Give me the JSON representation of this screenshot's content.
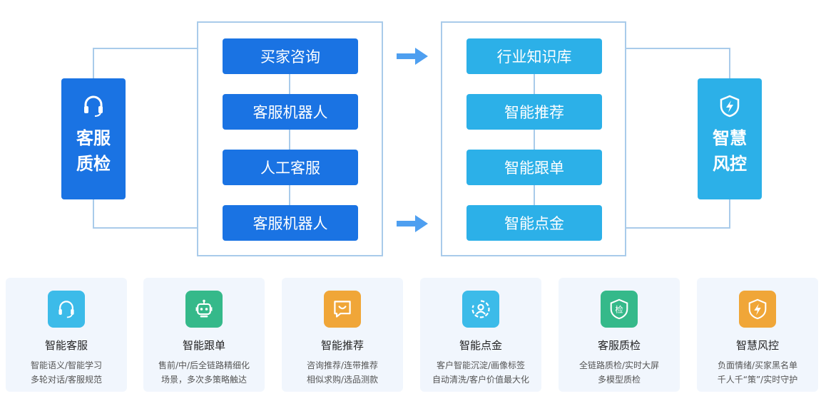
{
  "left_card": {
    "title": "客服\n质检",
    "icon": "headset-icon",
    "color": "#1a73e3"
  },
  "right_card": {
    "title": "智慧\n风控",
    "icon": "shield-bolt-icon",
    "color": "#2cb0e8"
  },
  "left_panel_items": [
    "买家咨询",
    "客服机器人",
    "人工客服",
    "客服机器人"
  ],
  "right_panel_items": [
    "行业知识库",
    "智能推荐",
    "智能跟单",
    "智能点金"
  ],
  "features": [
    {
      "title": "智能客服",
      "desc1": "智能语义/智能学习",
      "desc2": "多轮对话/客服规范",
      "icon": "headset-icon",
      "color": "#3cbbe9"
    },
    {
      "title": "智能跟单",
      "desc1": "售前/中/后全链路精细化",
      "desc2": "场景，多次多策略触达",
      "icon": "robot-icon",
      "color": "#35b98a"
    },
    {
      "title": "智能推荐",
      "desc1": "咨询推荐/连带推荐",
      "desc2": "相似求购/选品测款",
      "icon": "chat-icon",
      "color": "#f0a638"
    },
    {
      "title": "智能点金",
      "desc1": "客户智能沉淀/画像标签",
      "desc2": "自动清洗/客户价值最大化",
      "icon": "user-circle-icon",
      "color": "#3cbbe9"
    },
    {
      "title": "客服质检",
      "desc1": "全链路质检/实时大屏",
      "desc2": "多模型质检",
      "icon": "shield-check-icon",
      "color": "#35b98a",
      "badge": "检"
    },
    {
      "title": "智慧风控",
      "desc1": "负面情绪/买家黑名单",
      "desc2": "千人千“策”/实时守护",
      "icon": "shield-bolt-icon",
      "color": "#f0a638"
    }
  ]
}
